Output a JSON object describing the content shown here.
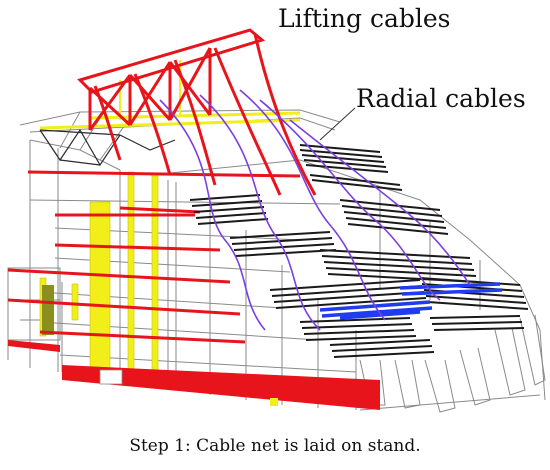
{
  "labels": {
    "lifting_cables": "Lifting cables",
    "radial_cables": "Radial cables"
  },
  "caption": "Step 1: Cable net is laid on stand.",
  "colors": {
    "lifting_cable": "#e8141b",
    "radial_cable": "#7b3fe0",
    "stand_beam": "#1a1a1a",
    "highlight_beam": "#1f3cf0",
    "core": "#f2ee1a",
    "structure": "#8a8a8a"
  }
}
